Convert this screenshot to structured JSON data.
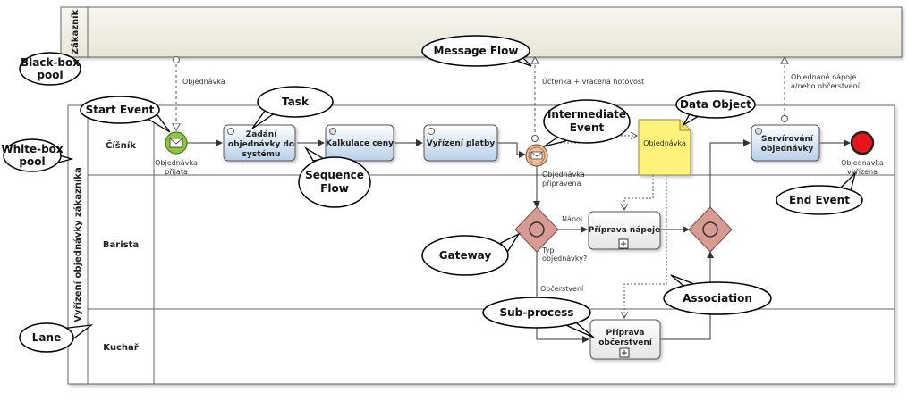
{
  "pools": {
    "black_box": {
      "title": "Zákazník"
    },
    "white_box": {
      "title": "Vyřízení objednávky zákazníka"
    }
  },
  "lanes": [
    {
      "label": "Číšník"
    },
    {
      "label": "Barista"
    },
    {
      "label": "Kuchař"
    }
  ],
  "tasks": {
    "zadani": [
      "Zadání",
      "objednávky do",
      "systému"
    ],
    "kalkulace": [
      "Kalkulace ceny"
    ],
    "vyrizeni": [
      "Vyřízení platby"
    ],
    "priprava_napoje": [
      "Příprava nápoje"
    ],
    "priprava_obcerstveni": [
      "Příprava",
      "občerstvení"
    ],
    "servirovani": [
      "Servírování",
      "objednávky"
    ]
  },
  "events": {
    "start": [
      "Objednávka",
      "přijata"
    ],
    "intermediate": [
      "Objednávka",
      "připravena"
    ],
    "end": [
      "Objednávka",
      "vyřízena"
    ]
  },
  "data_object": {
    "label": "Objednávka"
  },
  "flow_labels": {
    "message_in": "Objednávka",
    "message_out": "Účtenka + vracená hotovost",
    "message_out2": [
      "Objednané nápoje",
      "a/nebo občerstvení"
    ],
    "napoj": "Nápoj",
    "typ": [
      "Typ",
      "objednávky?"
    ],
    "obcerstveni": "Občerstvení"
  },
  "callouts": {
    "black_box_pool": [
      "Black-box",
      "pool"
    ],
    "white_box_pool": [
      "White-box",
      "pool"
    ],
    "start_event": "Start Event",
    "task": "Task",
    "sequence_flow": [
      "Sequence",
      "Flow"
    ],
    "message_flow": "Message Flow",
    "intermediate_event": [
      "Intermediate",
      "Event"
    ],
    "data_object": "Data Object",
    "end_event": "End Event",
    "gateway": "Gateway",
    "sub_process": "Sub-process",
    "association": "Association",
    "lane": "Lane"
  },
  "colors": {
    "pool_fill": "#f3f1e7",
    "task_top": "#ffffff",
    "task_bottom": "#bcd3ea",
    "start_fill": "#8dc63f",
    "end_fill": "#e8141b",
    "gateway_fill": "#d89b93",
    "intermediate_fill": "#f2c2a0",
    "data_object_fill": "#fff27a"
  }
}
